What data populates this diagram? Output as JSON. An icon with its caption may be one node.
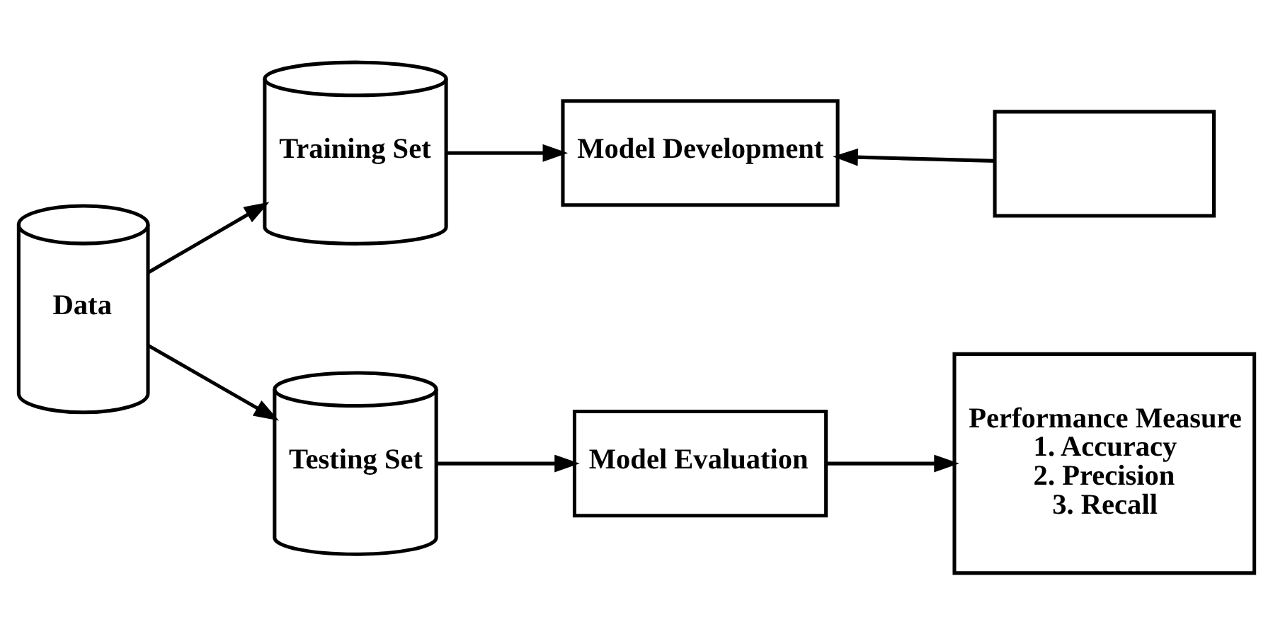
{
  "diagram": {
    "nodes": [
      {
        "text": [
          "Data"
        ]
      },
      {
        "text": [
          "Training Set"
        ]
      },
      {
        "text": [
          "Testing Set"
        ]
      },
      {
        "text": [
          "Model Development"
        ]
      },
      {
        "text": [],
        "shape": "box"
      },
      {
        "text": [
          "Model Evaluation"
        ]
      },
      {
        "text": [
          "Performance Measure",
          "1. Accuracy",
          "2. Precision",
          "3. Recall"
        ]
      }
    ],
    "edges": [
      {
        "from": 0,
        "to": 1,
        "arrow": "to"
      },
      {
        "from": 0,
        "to": 2,
        "arrow": "to"
      },
      {
        "from": 1,
        "to": 3,
        "arrow": "to"
      },
      {
        "from": 4,
        "to": 3,
        "arrow": "to"
      },
      {
        "from": 2,
        "to": 5,
        "arrow": "to"
      },
      {
        "from": 5,
        "to": 6,
        "arrow": "to"
      }
    ]
  }
}
